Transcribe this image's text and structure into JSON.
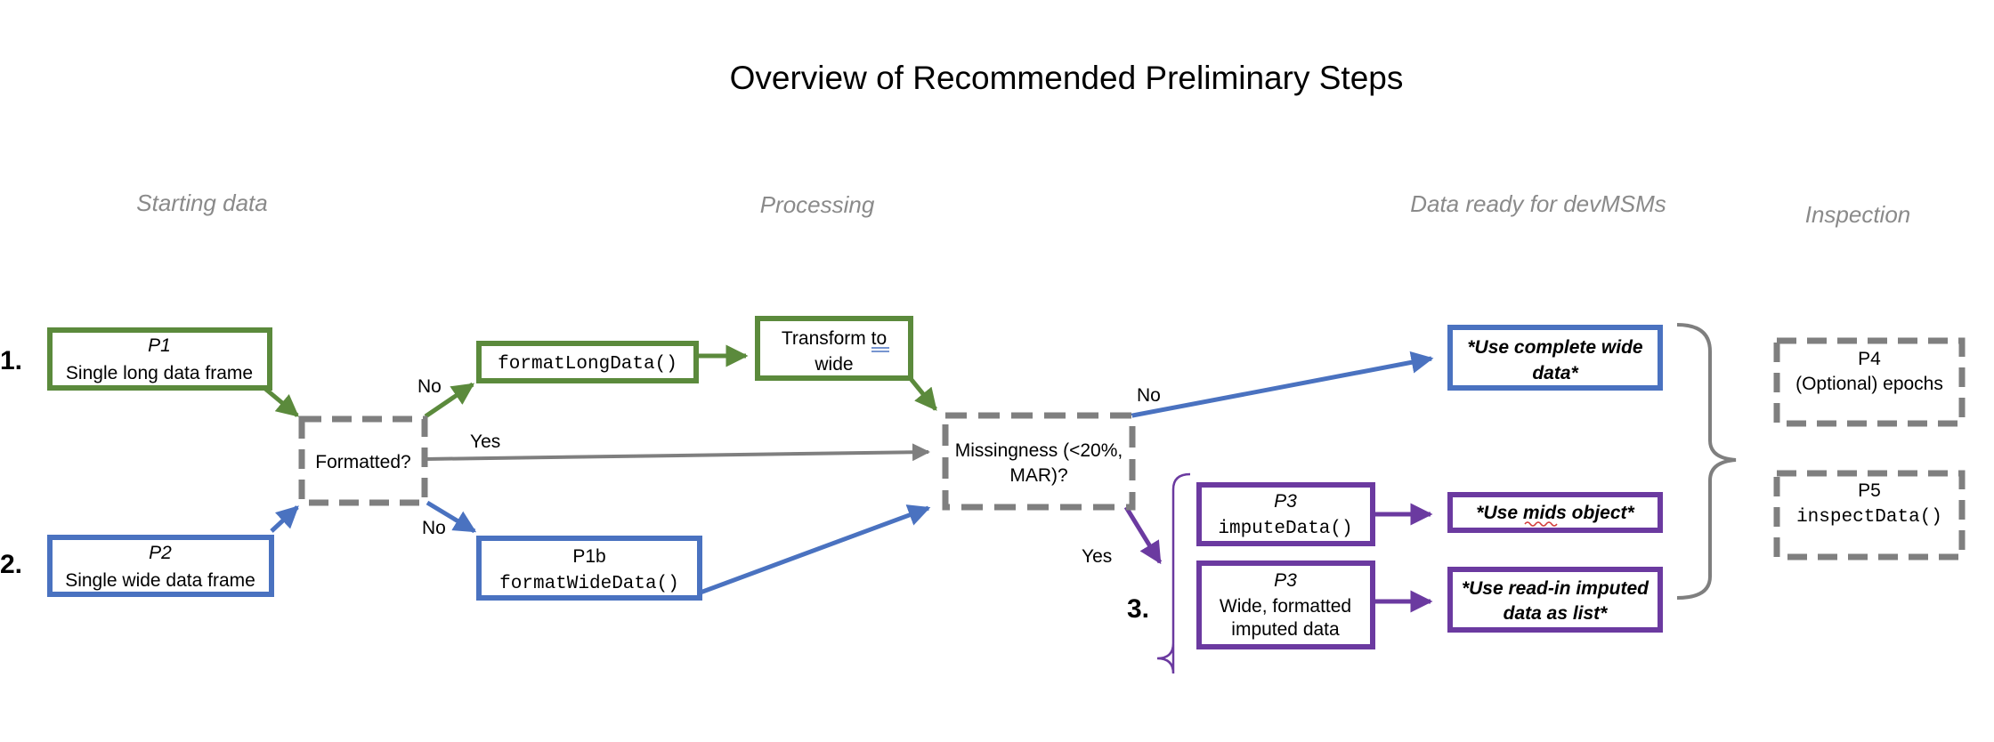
{
  "title": "Overview of Recommended Preliminary Steps",
  "headers": {
    "starting": "Starting data",
    "processing": "Processing",
    "ready": "Data ready for devMSMs",
    "inspection": "Inspection"
  },
  "row_numbers": {
    "one": "1.",
    "two": "2.",
    "three": "3."
  },
  "nodes": {
    "p1": {
      "tag": "P1",
      "text": "Single long data frame"
    },
    "p2": {
      "tag": "P2",
      "text": "Single wide data frame"
    },
    "formatted": {
      "text": "Formatted?"
    },
    "format_long": {
      "code": "formatLongData()"
    },
    "transform": {
      "line1": "Transform to",
      "line2": "wide"
    },
    "p1b": {
      "tag": "P1b",
      "code": "formatWideData()"
    },
    "missingness": {
      "line1": "Missingness (<20%,",
      "line2": "MAR)?"
    },
    "use_complete": {
      "line1": "*Use complete wide",
      "line2": "data*"
    },
    "impute": {
      "tag": "P3",
      "code": "imputeData()"
    },
    "read_in": {
      "tag": "P3",
      "line1": "Wide, formatted",
      "line2": "imputed data"
    },
    "use_mids": {
      "text": "*Use mids object*"
    },
    "use_list": {
      "line1": "*Use read-in imputed",
      "line2": "data as list*"
    },
    "p4": {
      "tag": "P4",
      "text": "(Optional) epochs"
    },
    "p5": {
      "tag": "P5",
      "code": "inspectData()"
    }
  },
  "edge_labels": {
    "no_top": "No",
    "yes_mid": "Yes",
    "no_bottom": "No",
    "no_missing": "No",
    "yes_missing": "Yes"
  },
  "colors": {
    "green": "#5b8a3c",
    "blue": "#4a72c0",
    "purple": "#6b3aa0",
    "gray": "#7f7f7f",
    "header_gray": "#8a8a8a"
  }
}
